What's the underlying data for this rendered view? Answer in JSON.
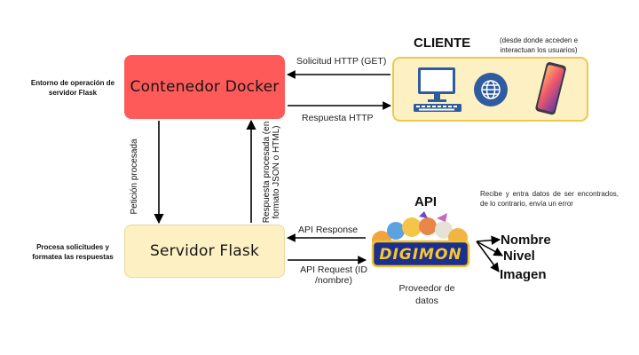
{
  "left_notes": {
    "docker_env": "Entorno de operación de servidor Flask",
    "flask_role": "Procesa solicitudes y formatea las respuestas"
  },
  "docker": {
    "title": "Contenedor Docker"
  },
  "flask": {
    "title": "Servidor Flask"
  },
  "client": {
    "title": "CLIENTE",
    "note": "(desde donde acceden e interactuan los usuarios)",
    "icons": [
      "desktop-computer-icon",
      "globe-icon",
      "smartphone-icon"
    ]
  },
  "arrows": {
    "http_request": "Solicitud HTTP (GET)",
    "http_response": "Respuesta HTTP",
    "processed_request": "Petición procesada",
    "processed_response": "Respuesta procesada (en formato JSON o HTML)",
    "api_response": "API Response",
    "api_request": "API Request (ID /nombre)"
  },
  "api": {
    "title": "API",
    "note": "Recibe y entra datos de ser encontrados, de lo contrario, envía un error",
    "logo_text": "DIGIMON",
    "provider": "Proveedor de datos",
    "fields": [
      "Nombre",
      "Nivel",
      "Imagen"
    ]
  },
  "colors": {
    "docker": "#ff5a5a",
    "panel": "#fdf1c3",
    "panel_border": "#ebc84f",
    "accent_blue": "#2f5c9e"
  }
}
